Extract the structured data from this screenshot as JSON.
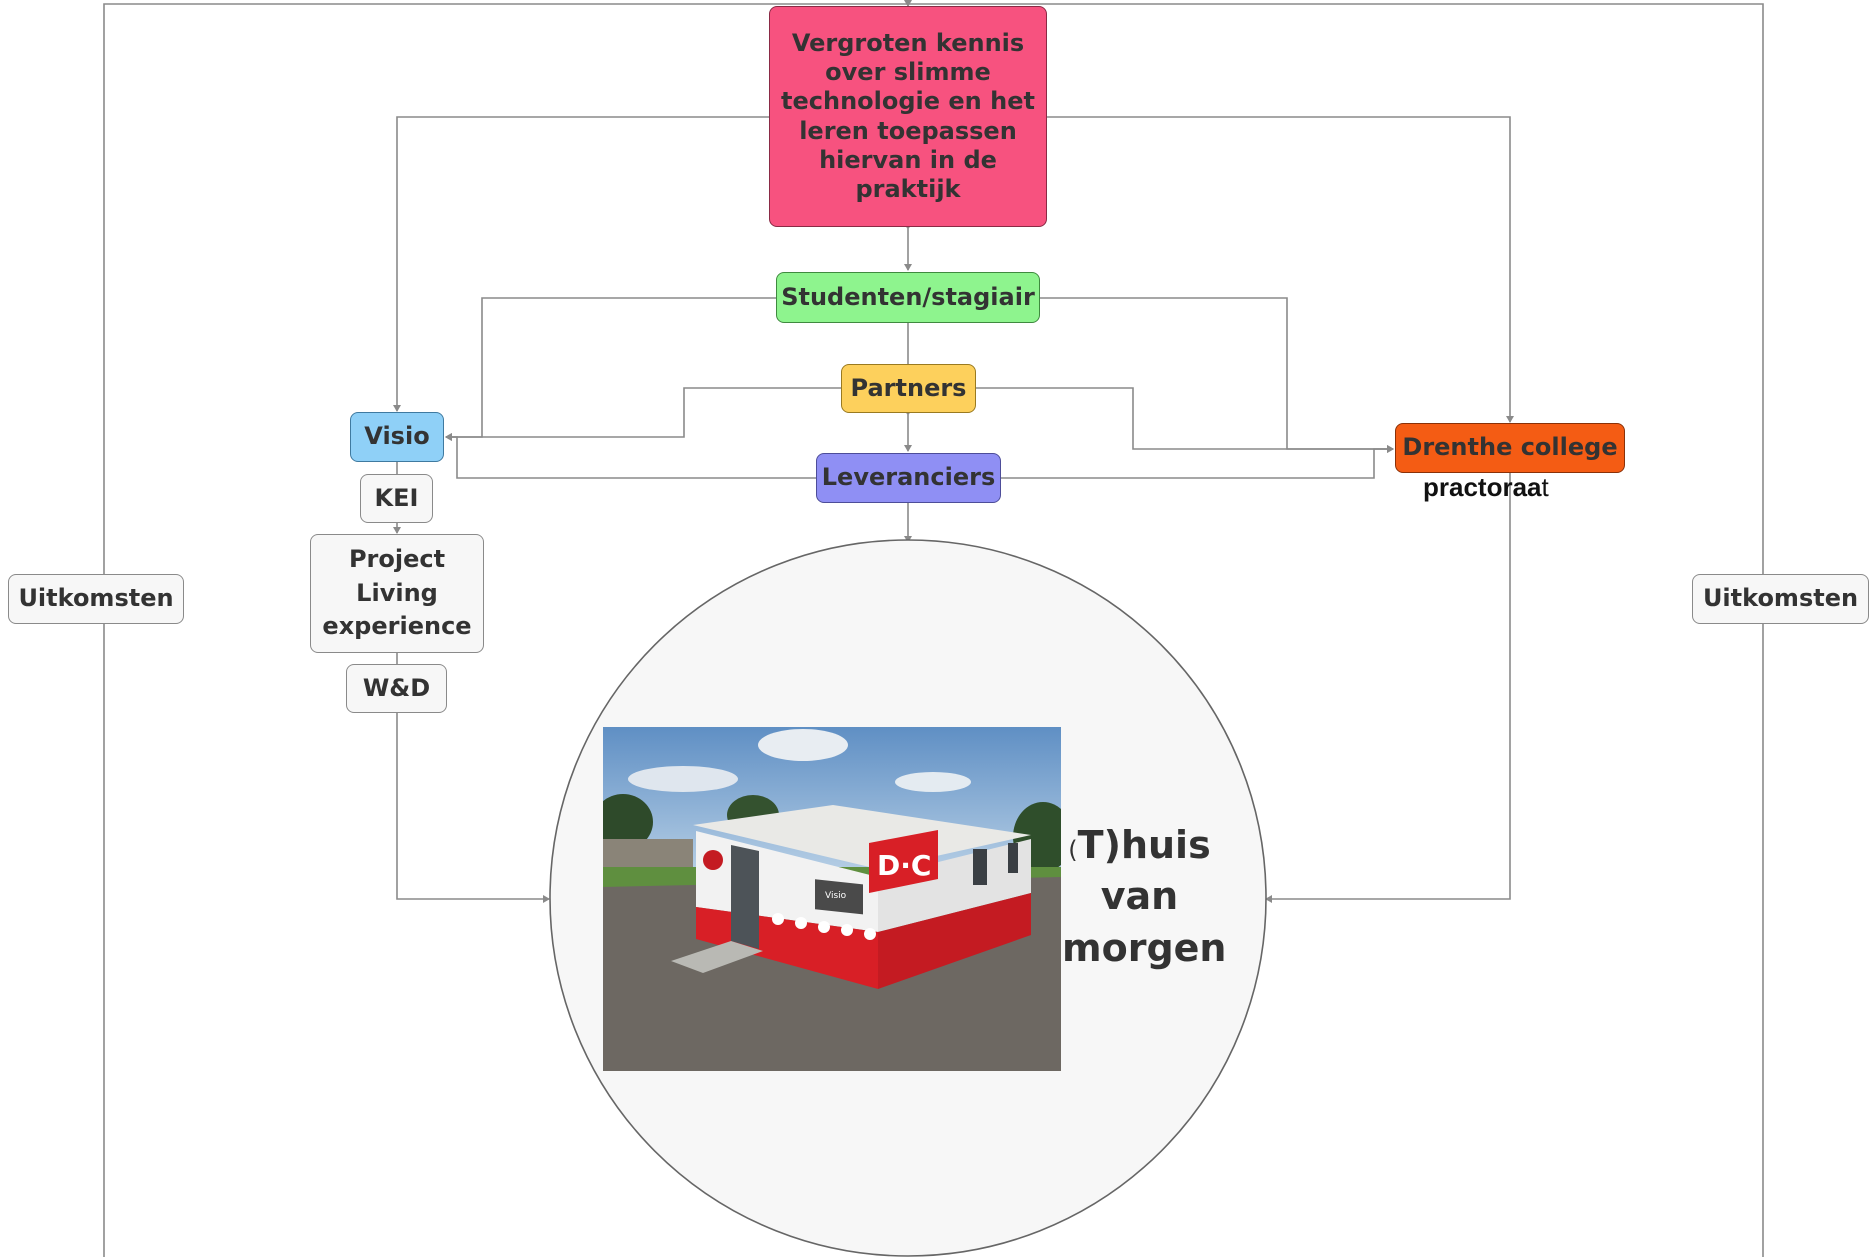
{
  "diagram": {
    "goal_lines": [
      "Vergroten kennis",
      "over slimme",
      "technologie en het",
      "leren toepassen",
      "hiervan in de",
      "praktijk"
    ],
    "students": "Studenten/stagiair",
    "partners": "Partners",
    "leveranciers": "Leveranciers",
    "visio": "Visio",
    "kei": "KEI",
    "project_lines": [
      "Project",
      "Living",
      "experience"
    ],
    "wd": "W&D",
    "drenthe": "Drenthe college",
    "practoraat_main": "practoraa",
    "practoraat_end": "t",
    "uitkomsten_left": "Uitkomsten",
    "uitkomsten_right": "Uitkomsten",
    "center_paren": "(",
    "center_line1": "T)huis",
    "center_line2": "van",
    "center_line3": "morgen",
    "photo_building_logo": "D·C",
    "photo_small_sign": "Visio"
  },
  "colors": {
    "goal": "#f7527f",
    "students": "#8ef48e",
    "partners": "#fdd05c",
    "leveranciers": "#8f8ff4",
    "visio": "#8fd0f7",
    "drenthe": "#f45c14",
    "plain": "#f7f7f7",
    "line": "#8a8a8a",
    "circle_fill": "#f7f7f7"
  }
}
